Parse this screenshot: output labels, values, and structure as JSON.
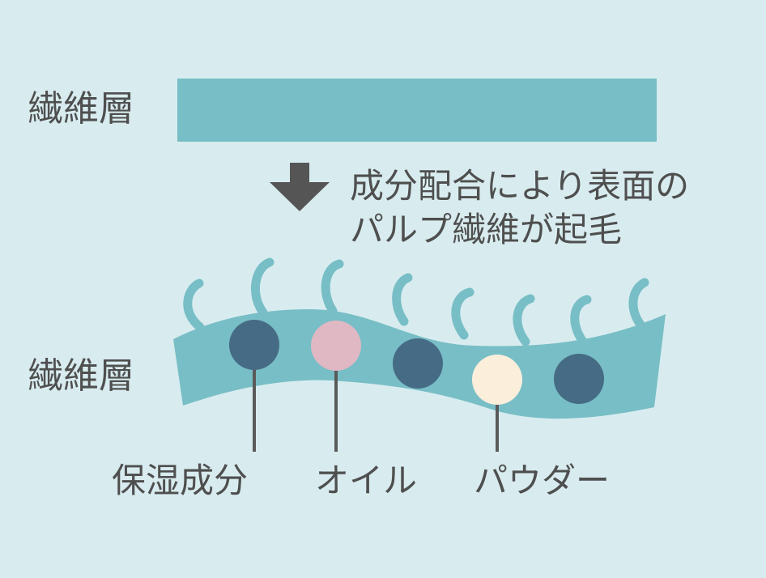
{
  "labels": {
    "top_layer": "繊維層",
    "bottom_layer": "繊維層",
    "explanation_line_1": "成分配合により表面の",
    "explanation_line_2": "パルプ繊維が起毛",
    "moisturizer": "保湿成分",
    "oil": "オイル",
    "powder": "パウダー"
  },
  "colors": {
    "background": "#d8ecef",
    "fiber": "#78bec6",
    "dark_dot": "#466b84",
    "oil_dot": "#e0b8c3",
    "powder_dot": "#fbefdc",
    "text": "#4f4f4f",
    "arrow": "#555555"
  },
  "icons": {
    "arrow": "down-arrow-icon"
  }
}
